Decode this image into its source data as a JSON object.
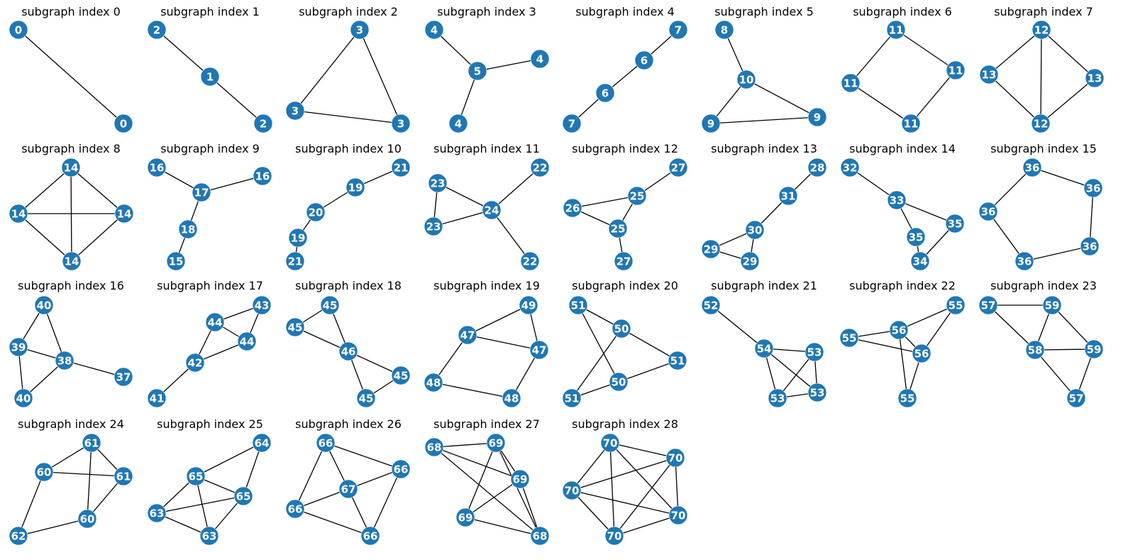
{
  "node_color": "#1f77b4",
  "panels": [
    {
      "title": "subgraph index 0",
      "nodes": [
        "0",
        "0"
      ],
      "edges": [
        [
          0,
          1
        ]
      ]
    },
    {
      "title": "subgraph index 1",
      "nodes": [
        "2",
        "1",
        "2"
      ],
      "edges": [
        [
          0,
          1
        ],
        [
          1,
          2
        ]
      ]
    },
    {
      "title": "subgraph index 2",
      "nodes": [
        "3",
        "3",
        "3"
      ],
      "edges": [
        [
          0,
          1
        ],
        [
          0,
          2
        ],
        [
          1,
          2
        ]
      ]
    },
    {
      "title": "subgraph index 3",
      "nodes": [
        "4",
        "5",
        "4",
        "4"
      ],
      "edges": [
        [
          0,
          1
        ],
        [
          1,
          2
        ],
        [
          1,
          3
        ]
      ]
    },
    {
      "title": "subgraph index 4",
      "nodes": [
        "7",
        "6",
        "6",
        "7"
      ],
      "edges": [
        [
          0,
          1
        ],
        [
          1,
          2
        ],
        [
          2,
          3
        ]
      ]
    },
    {
      "title": "subgraph index 5",
      "nodes": [
        "8",
        "10",
        "9",
        "9"
      ],
      "edges": [
        [
          0,
          1
        ],
        [
          1,
          2
        ],
        [
          1,
          3
        ],
        [
          2,
          3
        ]
      ]
    },
    {
      "title": "subgraph index 6",
      "nodes": [
        "11",
        "11",
        "11",
        "11"
      ],
      "edges": [
        [
          0,
          1
        ],
        [
          0,
          2
        ],
        [
          1,
          3
        ],
        [
          2,
          3
        ]
      ]
    },
    {
      "title": "subgraph index 7",
      "nodes": [
        "12",
        "13",
        "13",
        "12"
      ],
      "edges": [
        [
          0,
          1
        ],
        [
          0,
          2
        ],
        [
          0,
          3
        ],
        [
          1,
          3
        ],
        [
          2,
          3
        ]
      ]
    },
    {
      "title": "subgraph index 8",
      "nodes": [
        "14",
        "14",
        "14",
        "14"
      ],
      "edges": [
        [
          0,
          1
        ],
        [
          0,
          2
        ],
        [
          0,
          3
        ],
        [
          1,
          2
        ],
        [
          1,
          3
        ],
        [
          2,
          3
        ]
      ]
    },
    {
      "title": "subgraph index 9",
      "nodes": [
        "16",
        "16",
        "17",
        "18",
        "15"
      ],
      "edges": [
        [
          0,
          2
        ],
        [
          1,
          2
        ],
        [
          2,
          3
        ],
        [
          3,
          4
        ]
      ]
    },
    {
      "title": "subgraph index 10",
      "nodes": [
        "21",
        "19",
        "20",
        "19",
        "21"
      ],
      "edges": [
        [
          0,
          1
        ],
        [
          1,
          2
        ],
        [
          2,
          3
        ],
        [
          3,
          4
        ]
      ]
    },
    {
      "title": "subgraph index 11",
      "nodes": [
        "23",
        "22",
        "24",
        "23",
        "22"
      ],
      "edges": [
        [
          0,
          2
        ],
        [
          0,
          3
        ],
        [
          1,
          2
        ],
        [
          2,
          3
        ],
        [
          2,
          4
        ]
      ]
    },
    {
      "title": "subgraph index 12",
      "nodes": [
        "27",
        "25",
        "26",
        "25",
        "27"
      ],
      "edges": [
        [
          0,
          1
        ],
        [
          1,
          2
        ],
        [
          1,
          3
        ],
        [
          2,
          3
        ],
        [
          3,
          4
        ]
      ]
    },
    {
      "title": "subgraph index 13",
      "nodes": [
        "28",
        "31",
        "30",
        "29",
        "29"
      ],
      "edges": [
        [
          0,
          1
        ],
        [
          1,
          2
        ],
        [
          2,
          3
        ],
        [
          2,
          4
        ],
        [
          3,
          4
        ]
      ]
    },
    {
      "title": "subgraph index 14",
      "nodes": [
        "32",
        "33",
        "35",
        "35",
        "34"
      ],
      "edges": [
        [
          0,
          1
        ],
        [
          1,
          2
        ],
        [
          1,
          3
        ],
        [
          3,
          4
        ],
        [
          2,
          4
        ]
      ]
    },
    {
      "title": "subgraph index 15",
      "nodes": [
        "36",
        "36",
        "36",
        "36",
        "36"
      ],
      "edges": [
        [
          0,
          1
        ],
        [
          0,
          2
        ],
        [
          1,
          3
        ],
        [
          2,
          4
        ],
        [
          3,
          4
        ]
      ]
    },
    {
      "title": "subgraph index 16",
      "nodes": [
        "40",
        "39",
        "38",
        "37",
        "40"
      ],
      "edges": [
        [
          0,
          1
        ],
        [
          0,
          2
        ],
        [
          1,
          2
        ],
        [
          1,
          4
        ],
        [
          2,
          3
        ],
        [
          2,
          4
        ]
      ]
    },
    {
      "title": "subgraph index 17",
      "nodes": [
        "43",
        "44",
        "44",
        "42",
        "41"
      ],
      "edges": [
        [
          0,
          2
        ],
        [
          1,
          2
        ],
        [
          0,
          1
        ],
        [
          1,
          3
        ],
        [
          2,
          3
        ],
        [
          3,
          4
        ]
      ]
    },
    {
      "title": "subgraph index 18",
      "nodes": [
        "45",
        "45",
        "46",
        "45",
        "45"
      ],
      "edges": [
        [
          0,
          1
        ],
        [
          0,
          2
        ],
        [
          1,
          2
        ],
        [
          2,
          3
        ],
        [
          2,
          4
        ],
        [
          3,
          4
        ]
      ]
    },
    {
      "title": "subgraph index 19",
      "nodes": [
        "49",
        "47",
        "47",
        "48",
        "48"
      ],
      "edges": [
        [
          0,
          1
        ],
        [
          0,
          2
        ],
        [
          1,
          2
        ],
        [
          1,
          3
        ],
        [
          2,
          4
        ],
        [
          3,
          4
        ]
      ]
    },
    {
      "title": "subgraph index 20",
      "nodes": [
        "51",
        "50",
        "51",
        "50",
        "51"
      ],
      "edges": [
        [
          0,
          1
        ],
        [
          0,
          3
        ],
        [
          1,
          2
        ],
        [
          1,
          4
        ],
        [
          3,
          4
        ],
        [
          2,
          3
        ]
      ]
    },
    {
      "title": "subgraph index 21",
      "nodes": [
        "52",
        "54",
        "53",
        "53",
        "53"
      ],
      "edges": [
        [
          0,
          1
        ],
        [
          1,
          2
        ],
        [
          1,
          3
        ],
        [
          1,
          4
        ],
        [
          2,
          3
        ],
        [
          2,
          4
        ],
        [
          3,
          4
        ]
      ]
    },
    {
      "title": "subgraph index 22",
      "nodes": [
        "55",
        "55",
        "56",
        "56",
        "55"
      ],
      "edges": [
        [
          0,
          2
        ],
        [
          0,
          3
        ],
        [
          1,
          2
        ],
        [
          1,
          3
        ],
        [
          2,
          3
        ],
        [
          2,
          4
        ],
        [
          3,
          4
        ]
      ]
    },
    {
      "title": "subgraph index 23",
      "nodes": [
        "57",
        "59",
        "58",
        "59",
        "57"
      ],
      "edges": [
        [
          0,
          1
        ],
        [
          0,
          2
        ],
        [
          1,
          2
        ],
        [
          1,
          3
        ],
        [
          2,
          3
        ],
        [
          2,
          4
        ],
        [
          3,
          4
        ]
      ]
    },
    {
      "title": "subgraph index 24",
      "nodes": [
        "61",
        "60",
        "61",
        "60",
        "62"
      ],
      "edges": [
        [
          0,
          1
        ],
        [
          0,
          2
        ],
        [
          0,
          3
        ],
        [
          1,
          2
        ],
        [
          2,
          3
        ],
        [
          1,
          4
        ],
        [
          3,
          4
        ]
      ]
    },
    {
      "title": "subgraph index 25",
      "nodes": [
        "64",
        "65",
        "65",
        "63",
        "63"
      ],
      "edges": [
        [
          0,
          1
        ],
        [
          0,
          2
        ],
        [
          1,
          2
        ],
        [
          1,
          3
        ],
        [
          1,
          4
        ],
        [
          2,
          3
        ],
        [
          2,
          4
        ],
        [
          3,
          4
        ]
      ]
    },
    {
      "title": "subgraph index 26",
      "nodes": [
        "66",
        "66",
        "67",
        "66",
        "66"
      ],
      "edges": [
        [
          0,
          1
        ],
        [
          0,
          2
        ],
        [
          0,
          3
        ],
        [
          1,
          2
        ],
        [
          1,
          4
        ],
        [
          2,
          3
        ],
        [
          2,
          4
        ],
        [
          3,
          4
        ]
      ]
    },
    {
      "title": "subgraph index 27",
      "nodes": [
        "68",
        "69",
        "69",
        "69",
        "68"
      ],
      "edges": [
        [
          0,
          1
        ],
        [
          0,
          2
        ],
        [
          0,
          4
        ],
        [
          1,
          2
        ],
        [
          1,
          3
        ],
        [
          1,
          4
        ],
        [
          2,
          3
        ],
        [
          2,
          4
        ],
        [
          3,
          4
        ]
      ]
    },
    {
      "title": "subgraph index 28",
      "nodes": [
        "70",
        "70",
        "70",
        "70",
        "70"
      ],
      "edges": [
        [
          0,
          1
        ],
        [
          0,
          2
        ],
        [
          0,
          3
        ],
        [
          0,
          4
        ],
        [
          1,
          2
        ],
        [
          1,
          3
        ],
        [
          1,
          4
        ],
        [
          2,
          3
        ],
        [
          2,
          4
        ],
        [
          3,
          4
        ]
      ]
    }
  ]
}
